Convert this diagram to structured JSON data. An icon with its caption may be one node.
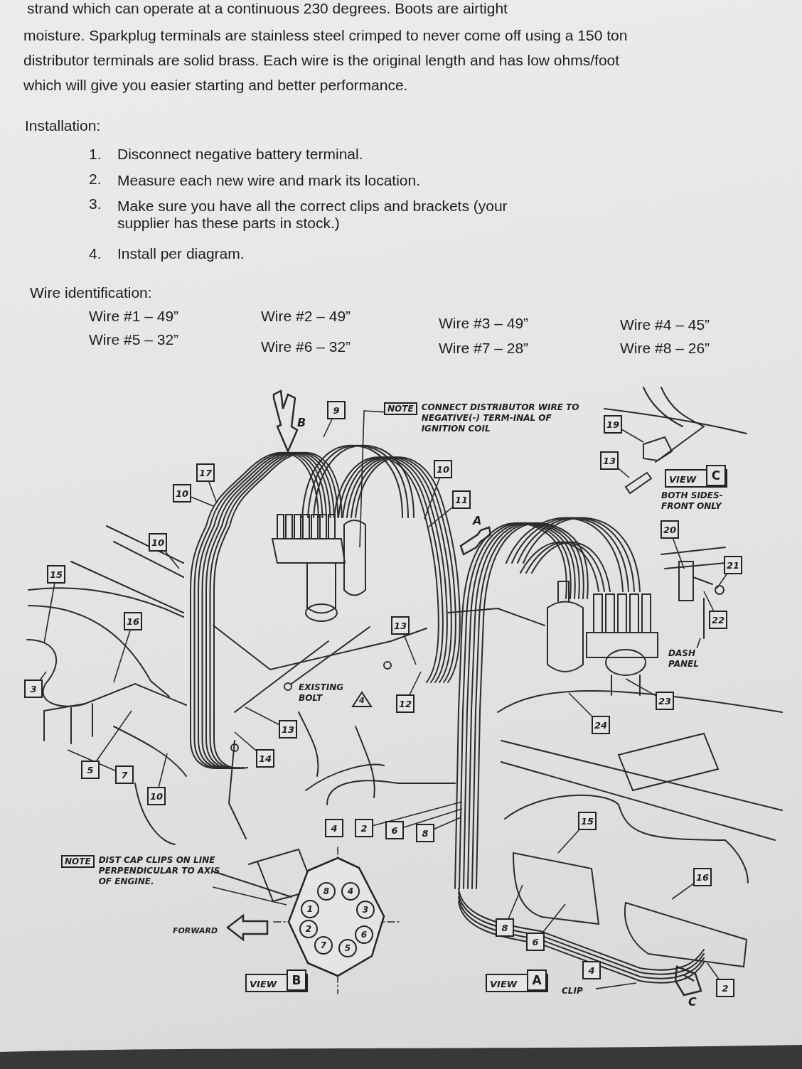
{
  "diagram": {
    "nodes": [
      {
        "text": [
          "9"
        ]
      },
      {
        "text": [
          "NOTE"
        ],
        "beside": [
          "CONNECT DISTRIBUTOR WIRE TO NEGATIVE(-) TERM-INAL OF IGNITION COIL"
        ]
      },
      {
        "text": [
          "19"
        ]
      },
      {
        "text": [
          "13"
        ]
      },
      {
        "text": [
          "VIEW"
        ]
      },
      {
        "text": [
          "C"
        ],
        "in": 4
      },
      {
        "text": [
          "17"
        ]
      },
      {
        "text": [
          "10"
        ]
      },
      {
        "text": [
          "10"
        ]
      },
      {
        "text": [
          "11"
        ]
      },
      {
        "text": [
          "20"
        ]
      },
      {
        "text": [
          "10"
        ]
      },
      {
        "text": [
          "21"
        ]
      },
      {
        "text": [
          "15"
        ]
      },
      {
        "text": [
          "22"
        ]
      },
      {
        "text": [
          "16"
        ]
      },
      {
        "text": [
          "13"
        ]
      },
      {
        "text": [
          "DASH PANEL"
        ]
      },
      {
        "text": [
          "3"
        ]
      },
      {
        "text": [
          "4"
        ],
        "beside": [
          "EXISTING BOLT"
        ]
      },
      {
        "text": [
          "23"
        ]
      },
      {
        "text": [
          "12"
        ]
      },
      {
        "text": [
          "24"
        ]
      },
      {
        "text": [
          "13"
        ]
      },
      {
        "text": [
          "14"
        ]
      },
      {
        "text": [
          "5"
        ]
      },
      {
        "text": [
          "7"
        ]
      },
      {
        "text": [
          "10"
        ]
      },
      {
        "text": [
          "15"
        ]
      },
      {
        "text": [
          "4"
        ]
      },
      {
        "text": [
          "2"
        ]
      },
      {
        "text": [
          "6"
        ]
      },
      {
        "text": [
          "8"
        ]
      },
      {
        "text": [
          "NOTE"
        ],
        "beside": [
          "DIST CAP CLIPS ON LINE PERPENDICULAR TO AXIS OF ENGINE."
        ]
      },
      {
        "text": [],
        "shape": "octagon"
      },
      {
        "text": [
          "8"
        ],
        "in": 34
      },
      {
        "text": [
          "4"
        ],
        "in": 34
      },
      {
        "text": [
          "1"
        ],
        "in": 34
      },
      {
        "text": [
          "3"
        ],
        "in": 34
      },
      {
        "text": [
          "2"
        ],
        "in": 34
      },
      {
        "text": [
          "6"
        ],
        "in": 34
      },
      {
        "text": [
          "7"
        ],
        "in": 34
      },
      {
        "text": [
          "5"
        ],
        "in": 34
      },
      {
        "text": [
          "16"
        ]
      },
      {
        "text": [
          "8"
        ]
      },
      {
        "text": [
          "6"
        ]
      },
      {
        "text": [
          "4"
        ]
      },
      {
        "text": [
          "VIEW"
        ]
      },
      {
        "text": [
          "B"
        ],
        "in": 47
      },
      {
        "text": [
          "VIEW"
        ]
      },
      {
        "text": [
          "A"
        ],
        "in": 49
      },
      {
        "text": [
          "CLIP"
        ]
      },
      {
        "text": [
          "2"
        ]
      }
    ],
    "edges": [
      {
        "from": 0,
        "to": null,
        "arrow": "none"
      },
      {
        "from": 1,
        "to": null,
        "arrow": "none"
      },
      {
        "from": 2,
        "to": null,
        "arrow": "none"
      },
      {
        "from": 3,
        "to": null,
        "arrow": "none"
      },
      {
        "from": 6,
        "to": null,
        "arrow": "none"
      },
      {
        "from": 7,
        "to": null,
        "arrow": "none"
      },
      {
        "from": 8,
        "to": null,
        "arrow": "none"
      },
      {
        "from": 9,
        "to": null,
        "arrow": "none"
      },
      {
        "from": 10,
        "to": null,
        "arrow": "none"
      },
      {
        "from": 11,
        "to": null,
        "arrow": "none"
      },
      {
        "from": 12,
        "to": null,
        "arrow": "none"
      },
      {
        "from": 13,
        "to": null,
        "arrow": "none"
      },
      {
        "from": 14,
        "to": null,
        "arrow": "none"
      },
      {
        "from": 15,
        "to": null,
        "arrow": "none"
      },
      {
        "from": 16,
        "to": null,
        "arrow": "none"
      },
      {
        "from": 17,
        "to": null,
        "arrow": "none"
      },
      {
        "from": 18,
        "to": null,
        "arrow": "none"
      },
      {
        "from": 20,
        "to": null,
        "arrow": "none"
      },
      {
        "from": 21,
        "to": null,
        "arrow": "none"
      },
      {
        "from": 22,
        "to": null,
        "arrow": "none"
      },
      {
        "from": 23,
        "to": null,
        "arrow": "none"
      },
      {
        "from": 24,
        "to": null,
        "arrow": "none"
      },
      {
        "from": 25,
        "to": null,
        "arrow": "none"
      },
      {
        "from": 26,
        "to": null,
        "arrow": "none"
      },
      {
        "from": 27,
        "to": null,
        "arrow": "none"
      },
      {
        "from": 28,
        "to": null,
        "arrow": "none"
      },
      {
        "from": 30,
        "to": null,
        "arrow": "none"
      },
      {
        "from": 31,
        "to": null,
        "arrow": "none"
      },
      {
        "from": 32,
        "to": null,
        "arrow": "none"
      },
      {
        "from": 33,
        "to": 34,
        "arrow": "none"
      },
      {
        "from": 43,
        "to": null,
        "arrow": "none"
      },
      {
        "from": 44,
        "to": null,
        "arrow": "none"
      },
      {
        "from": 45,
        "to": null,
        "arrow": "none"
      },
      {
        "from": 51,
        "to": null,
        "arrow": "none"
      },
      {
        "from": 52,
        "to": null,
        "arrow": "none"
      }
    ],
    "labels": [
      "strand which can operate at a continuous 230 degrees. Boots are airtight",
      "moisture. Sparkplug terminals are stainless steel crimped to never come off using a 150 ton",
      "distributor terminals are solid brass. Each wire is the original length and has low ohms/foot",
      "which will give you easier starting and better performance.",
      "Installation:",
      "1.",
      "Disconnect negative battery terminal.",
      "2.",
      "Measure each new wire and mark its location.",
      "3.",
      "Make sure you have all the correct clips and brackets (your supplier has these parts in stock.)",
      "4.",
      "Install per diagram.",
      "Wire identification:",
      "Wire #1 – 49”",
      "Wire #2 – 49”",
      "Wire #3 – 49”",
      "Wire #4 – 45”",
      "Wire #5 – 32”",
      "Wire #6 – 32”",
      "Wire #7 – 28”",
      "Wire #8 – 26”",
      "B",
      "BOTH SIDES-FRONT ONLY",
      "A",
      "FORWARD",
      "C"
    ]
  }
}
